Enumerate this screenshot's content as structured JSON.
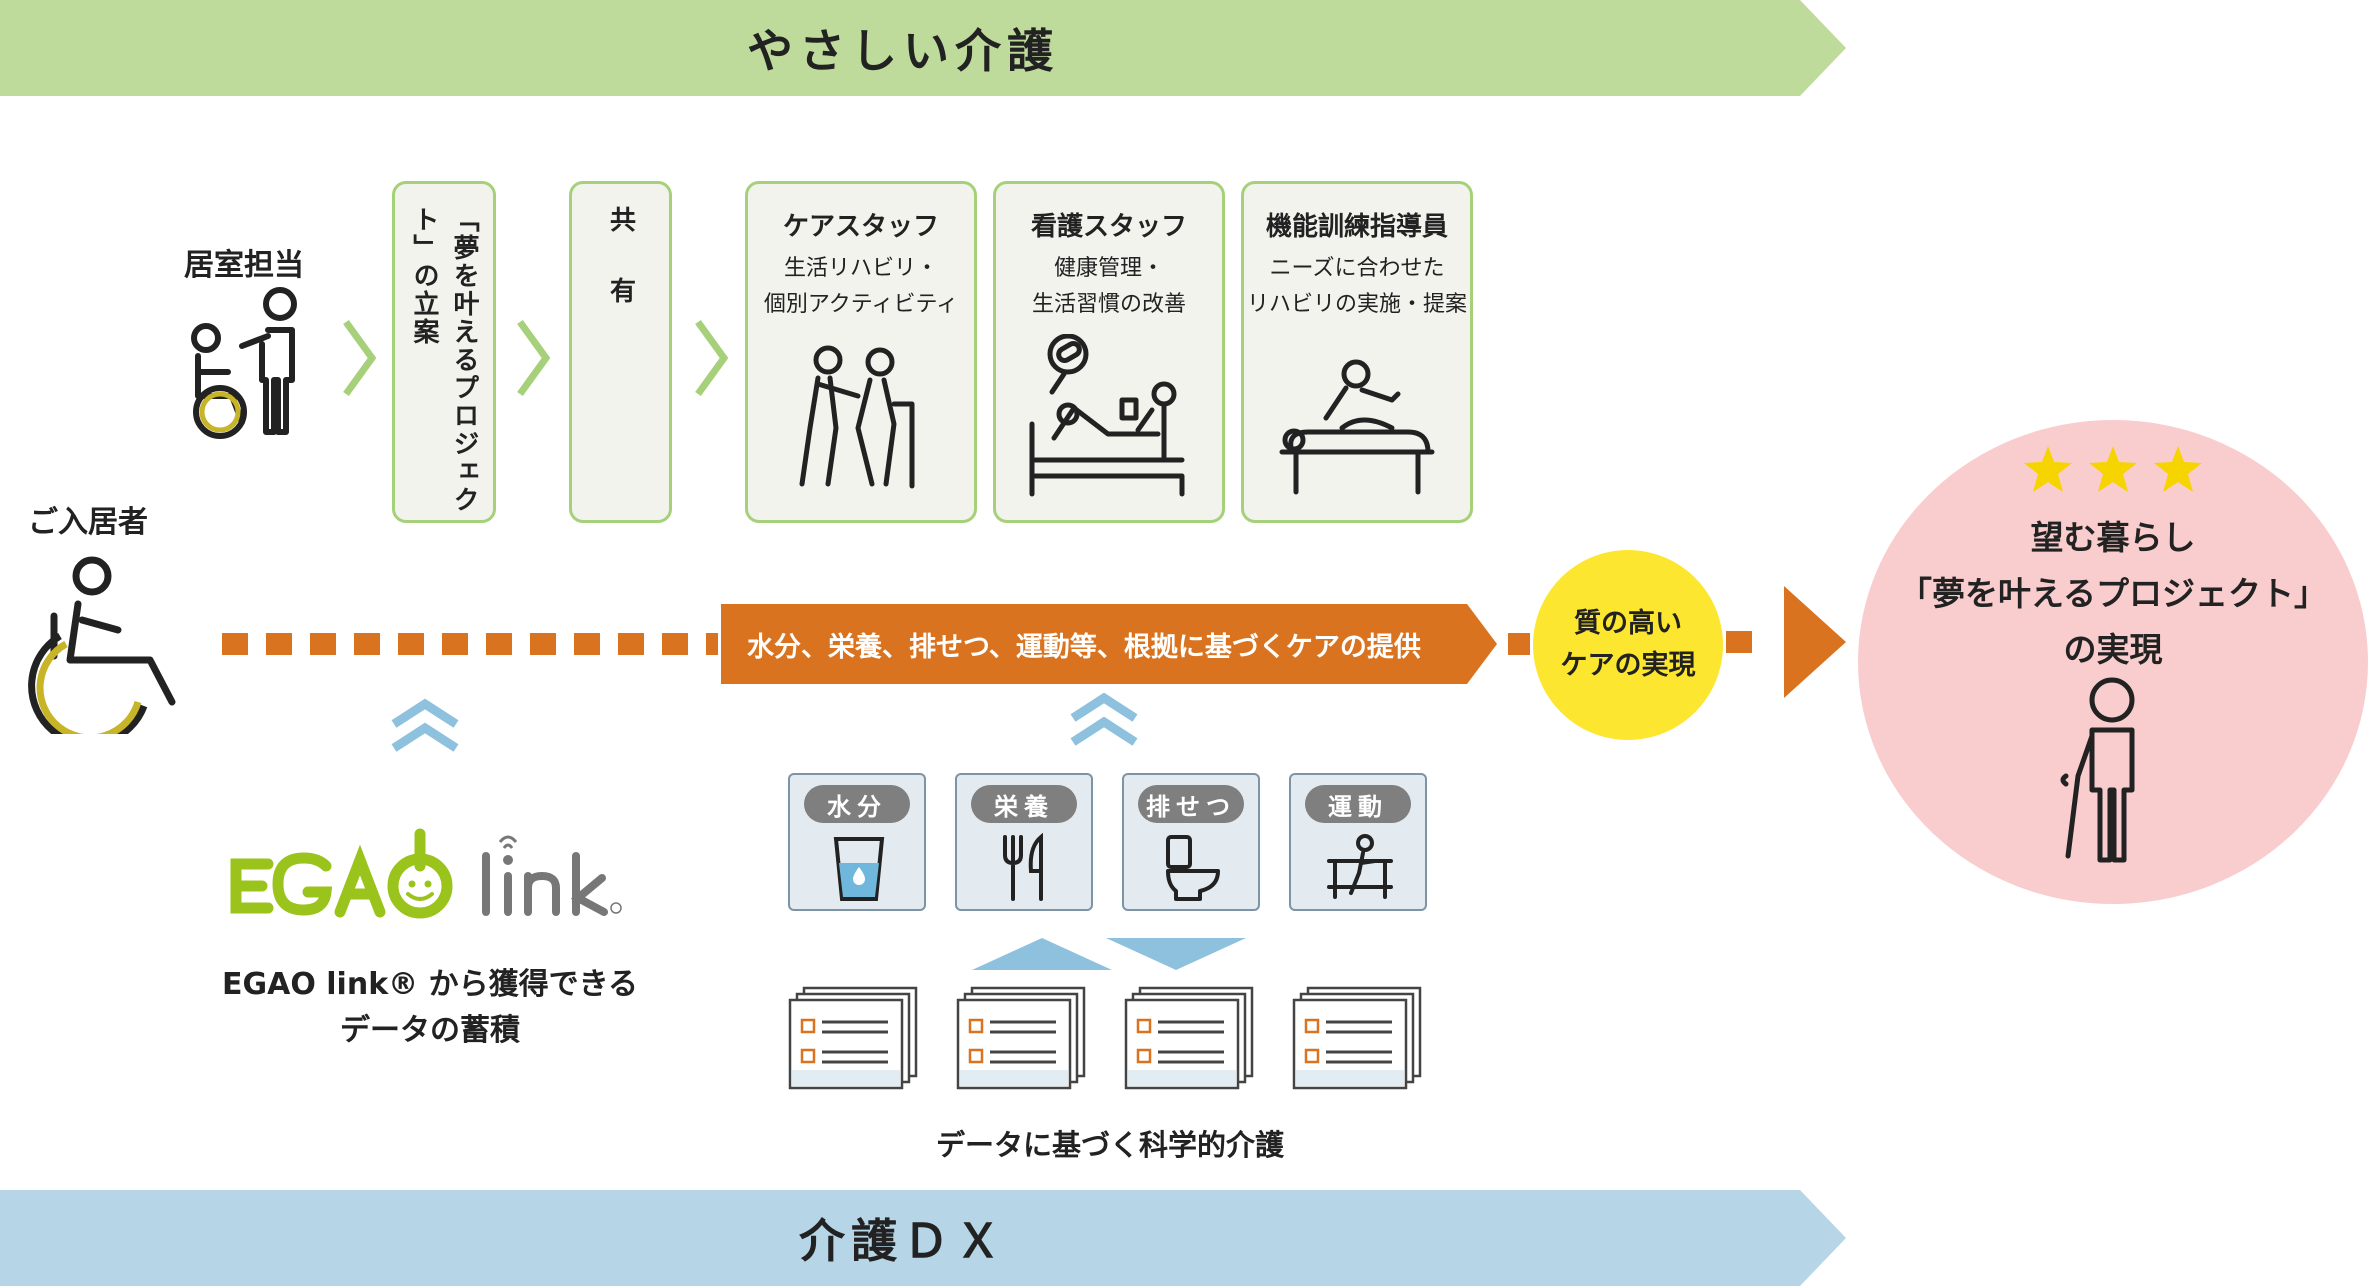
{
  "banners": {
    "top": "やさしい介護",
    "bottom": "介護ＤＸ"
  },
  "labels": {
    "care_manager": "居室担当",
    "resident": "ご入居者"
  },
  "flow_boxes": {
    "project_plan": "「夢を叶えるプロジェクト」の立案",
    "share": "共 有"
  },
  "staff": [
    {
      "title": "ケアスタッフ",
      "line1": "生活リハビリ・",
      "line2": "個別アクティビティ"
    },
    {
      "title": "看護スタッフ",
      "line1": "健康管理・",
      "line2": "生活習慣の改善"
    },
    {
      "title": "機能訓練指導員",
      "line1": "ニーズに合わせた",
      "line2": "リハビリの実施・提案"
    }
  ],
  "care_bar": "水分、栄養、排せつ、運動等、根拠に基づくケアの提供",
  "quality": {
    "line1": "質の高い",
    "line2": "ケアの実現"
  },
  "goal": {
    "line1": "望む暮らし",
    "line2": "「夢を叶えるプロジェクト」",
    "line3": "の実現"
  },
  "egao": {
    "logo_text": "EGAO link",
    "caption_line1": "EGAO link® から獲得できる",
    "caption_line2": "データの蓄積"
  },
  "data_cards": [
    {
      "label": "水分",
      "icon": "water-glass-icon"
    },
    {
      "label": "栄養",
      "icon": "fork-knife-icon"
    },
    {
      "label": "排せつ",
      "icon": "toilet-icon"
    },
    {
      "label": "運動",
      "icon": "exercise-icon"
    }
  ],
  "scientific_care": "データに基づく科学的介護",
  "colors": {
    "green_banner": "#bedb9c",
    "blue_banner": "#b6d5e6",
    "orange": "#d9731f",
    "yellow": "#fde62f",
    "pink": "#f9cccd",
    "green_border": "#a6d07a",
    "star": "#f5d400"
  }
}
